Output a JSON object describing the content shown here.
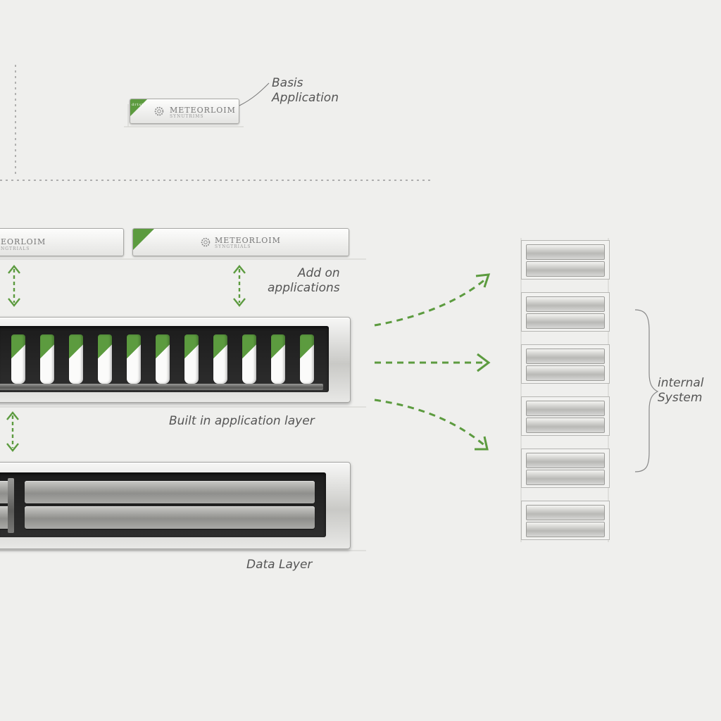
{
  "brand": {
    "name": "METEORLOIM",
    "sub": "SYNGTRIALS",
    "sub_alt": "SYNUTRIMS",
    "badge": "drtst",
    "left_sub_fragment": "NGTRIALS"
  },
  "labels": {
    "basis": "Basis\nApplication",
    "addon": "Add on\napplications",
    "builtin": "Built in application layer",
    "data": "Data Layer",
    "internal": "internal\nSystem"
  },
  "layers": {
    "builtin_slot_count": 12,
    "data_bar_count": 2
  },
  "internal_systems": {
    "unit_count": 6
  },
  "colors": {
    "accent_green": "#5c9b3f",
    "background": "#efefed",
    "ink": "#555555"
  }
}
